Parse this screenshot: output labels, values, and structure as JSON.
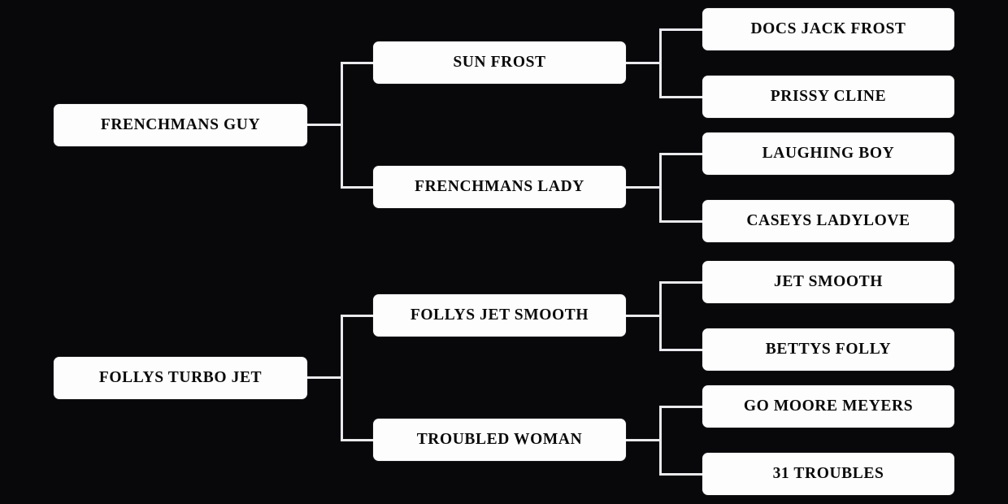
{
  "diagram": {
    "type": "pedigree-bracket",
    "title": "",
    "background_color": "#08080b",
    "box_color": "#fdfdfd",
    "box_text_color": "#0a0a0a",
    "connector_color": "#e9e9ee",
    "generations": 3,
    "trees": [
      {
        "id": "frenchmans-guy",
        "root": "FRENCHMANS GUY",
        "parents": [
          {
            "name": "SUN FROST",
            "role": "sire",
            "grandparents": [
              "DOCS JACK FROST",
              "PRISSY CLINE"
            ]
          },
          {
            "name": "FRENCHMANS LADY",
            "role": "dam",
            "grandparents": [
              "LAUGHING BOY",
              "CASEYS LADYLOVE"
            ]
          }
        ]
      },
      {
        "id": "follys-turbo-jet",
        "root": "FOLLYS TURBO JET",
        "parents": [
          {
            "name": "FOLLYS JET SMOOTH",
            "role": "sire",
            "grandparents": [
              "JET SMOOTH",
              "BETTYS FOLLY"
            ]
          },
          {
            "name": "TROUBLED WOMAN",
            "role": "dam",
            "grandparents": [
              "GO MOORE MEYERS",
              "31 TROUBLES"
            ]
          }
        ]
      }
    ]
  }
}
